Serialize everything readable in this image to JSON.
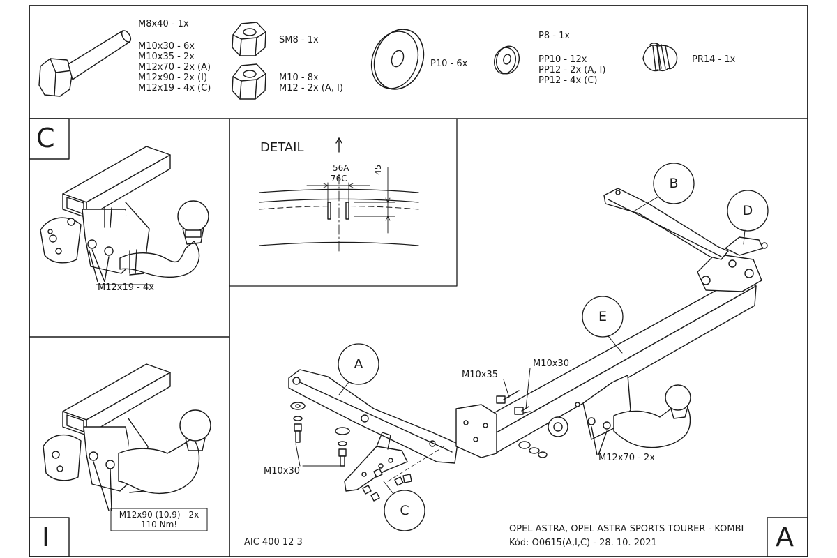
{
  "parts_list": {
    "bolt": {
      "items": [
        "M8x40 - 1x",
        "M10x30 - 6x",
        "M10x35 - 2x",
        "M12x70 - 2x (A)",
        "M12x90 - 2x (I)",
        "M12x19 - 4x (C)"
      ]
    },
    "nuts": {
      "sm8": "SM8 - 1x",
      "m10": "M10 - 8x",
      "m12": "M12 - 2x (A, I)"
    },
    "large_washer": "P10 - 6x",
    "washers": {
      "p8": "P8 - 1x",
      "items": [
        "PP10 - 12x",
        "PP12 - 2x (A, I)",
        "PP12 - 4x (C)"
      ]
    },
    "spring_washer": "PR14 - 1x"
  },
  "views": {
    "c": {
      "letter": "C",
      "label": "M12x19 - 4x"
    },
    "i": {
      "letter": "I",
      "label": "M12x90 (10.9) - 2x",
      "torque": "110 Nm!"
    },
    "a": {
      "letter": "A"
    }
  },
  "detail": {
    "title": "DETAIL",
    "dim_a": "56A",
    "dim_c": "76C",
    "dim_h": "45"
  },
  "main": {
    "callouts": [
      "A",
      "B",
      "C",
      "D",
      "E"
    ],
    "bolt_labels": {
      "m10x35": "M10x35",
      "m10x30_top": "M10x30",
      "m10x30_left": "M10x30",
      "m12x70": "M12x70 - 2x"
    }
  },
  "footer": {
    "drawing_no": "AIC 400 12 3",
    "vehicle": "OPEL ASTRA, OPEL ASTRA SPORTS TOURER - KOMBI",
    "code": "Kód: O0615(A,I,C) - 28. 10. 2021"
  }
}
